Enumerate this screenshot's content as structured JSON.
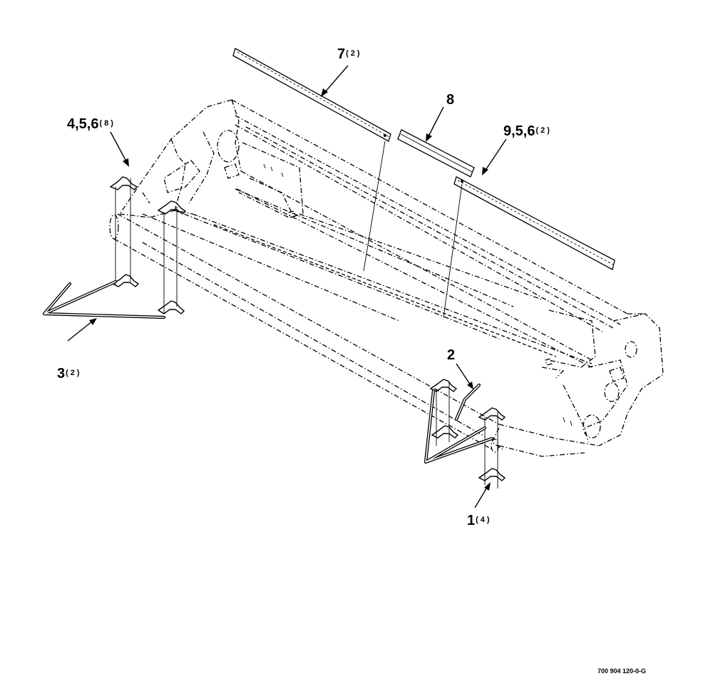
{
  "callouts": {
    "c7": {
      "number": "7",
      "qty": "(2)"
    },
    "c8": {
      "number": "8",
      "qty": ""
    },
    "c956": {
      "number": "9,5,6",
      "qty": "(2)"
    },
    "c456": {
      "number": "4,5,6",
      "qty": "(8)"
    },
    "c3": {
      "number": "3",
      "qty": "(2)"
    },
    "c2": {
      "number": "2",
      "qty": ""
    },
    "c1": {
      "number": "1",
      "qty": "(4)"
    }
  },
  "drawing_number": "700 904 120-0-G"
}
